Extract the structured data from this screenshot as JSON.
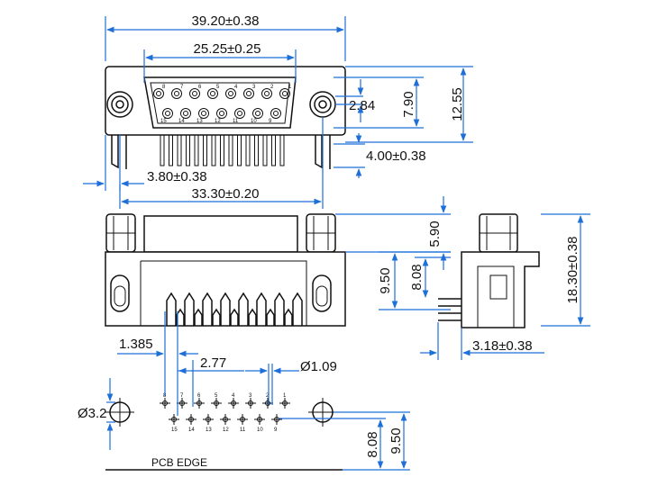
{
  "top_view": {
    "overall_width": "39.20±0.38",
    "shell_width": "25.25±0.25",
    "shell_height": "7.90",
    "flange_height": "12.55",
    "offset_small": "2.84",
    "pin_length": "4.00±0.38",
    "flange_edge": "3.80±0.38",
    "mount_spacing": "33.30±0.20",
    "pins_top": [
      "8",
      "7",
      "6",
      "5",
      "4",
      "3",
      "2",
      "1"
    ],
    "pins_bottom": [
      "15",
      "14",
      "13",
      "12",
      "11",
      "10",
      "9"
    ]
  },
  "front_view": {
    "shell_projection": "5.90",
    "total_height": "18.30±0.38",
    "height_a": "9.50",
    "height_b": "8.08",
    "depth": "3.18±0.38"
  },
  "pcb_layout": {
    "edge_offset": "1.385",
    "pitch": "2.77",
    "hole_dia": "Ø1.09",
    "mount_hole_dia": "Ø3.2",
    "row_offset_a": "8.08",
    "row_offset_b": "9.50",
    "pcb_edge_label": "PCB EDGE",
    "pins_top": [
      "8",
      "7",
      "6",
      "5",
      "4",
      "3",
      "2",
      "1"
    ],
    "pins_bottom": [
      "15",
      "14",
      "13",
      "12",
      "11",
      "10",
      "9"
    ]
  },
  "colors": {
    "dimension_line": "#1e6fd9",
    "outline": "#111111"
  }
}
